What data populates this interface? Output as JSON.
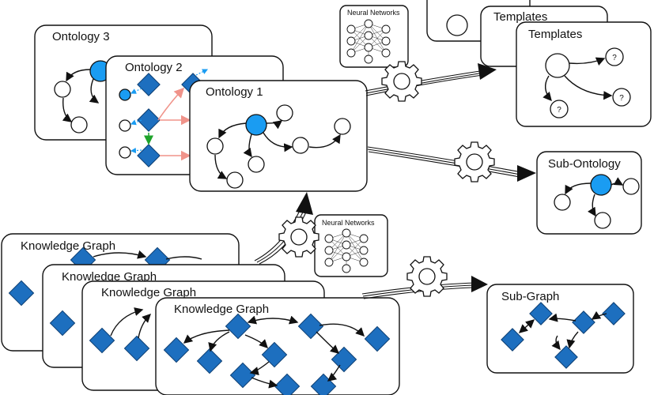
{
  "ontologies": {
    "o3": "Ontology 3",
    "o2": "Ontology 2",
    "o1": "Ontology 1"
  },
  "templates": {
    "back": "Templates",
    "front": "Templates",
    "unknown": "?"
  },
  "sub_ontology": "Sub-Ontology",
  "neural_networks": {
    "top": "Neural Networks",
    "bottom": "Neural Networks"
  },
  "knowledge_graph": {
    "kg1": "Knowledge Graph",
    "kg2": "Knowledge Graph",
    "kg3": "Knowledge Graph",
    "kg4": "Knowledge Graph"
  },
  "sub_graph": "Sub-Graph",
  "colors": {
    "highlight_node": "#1a9cf2",
    "entity_diamond": "#1d6fbf",
    "mapping_arrow": "#f0938a",
    "inference_arrow": "#1ea32b",
    "dashed_link": "#1a9cf2"
  }
}
